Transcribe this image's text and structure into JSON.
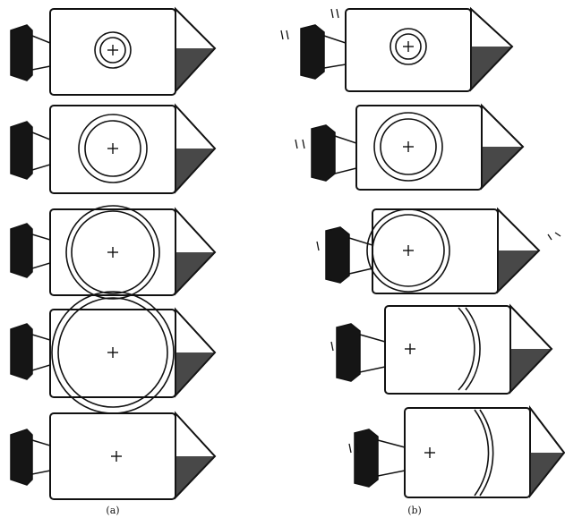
{
  "labels": {
    "panel_a": "(a)",
    "panel_b": "(b)"
  },
  "colors": {
    "ink": "#111111",
    "paper": "#ffffff"
  },
  "panels": {
    "a": {
      "ship_count": 5,
      "description_shown": false
    },
    "b": {
      "ship_count": 5,
      "description_shown": false
    }
  }
}
